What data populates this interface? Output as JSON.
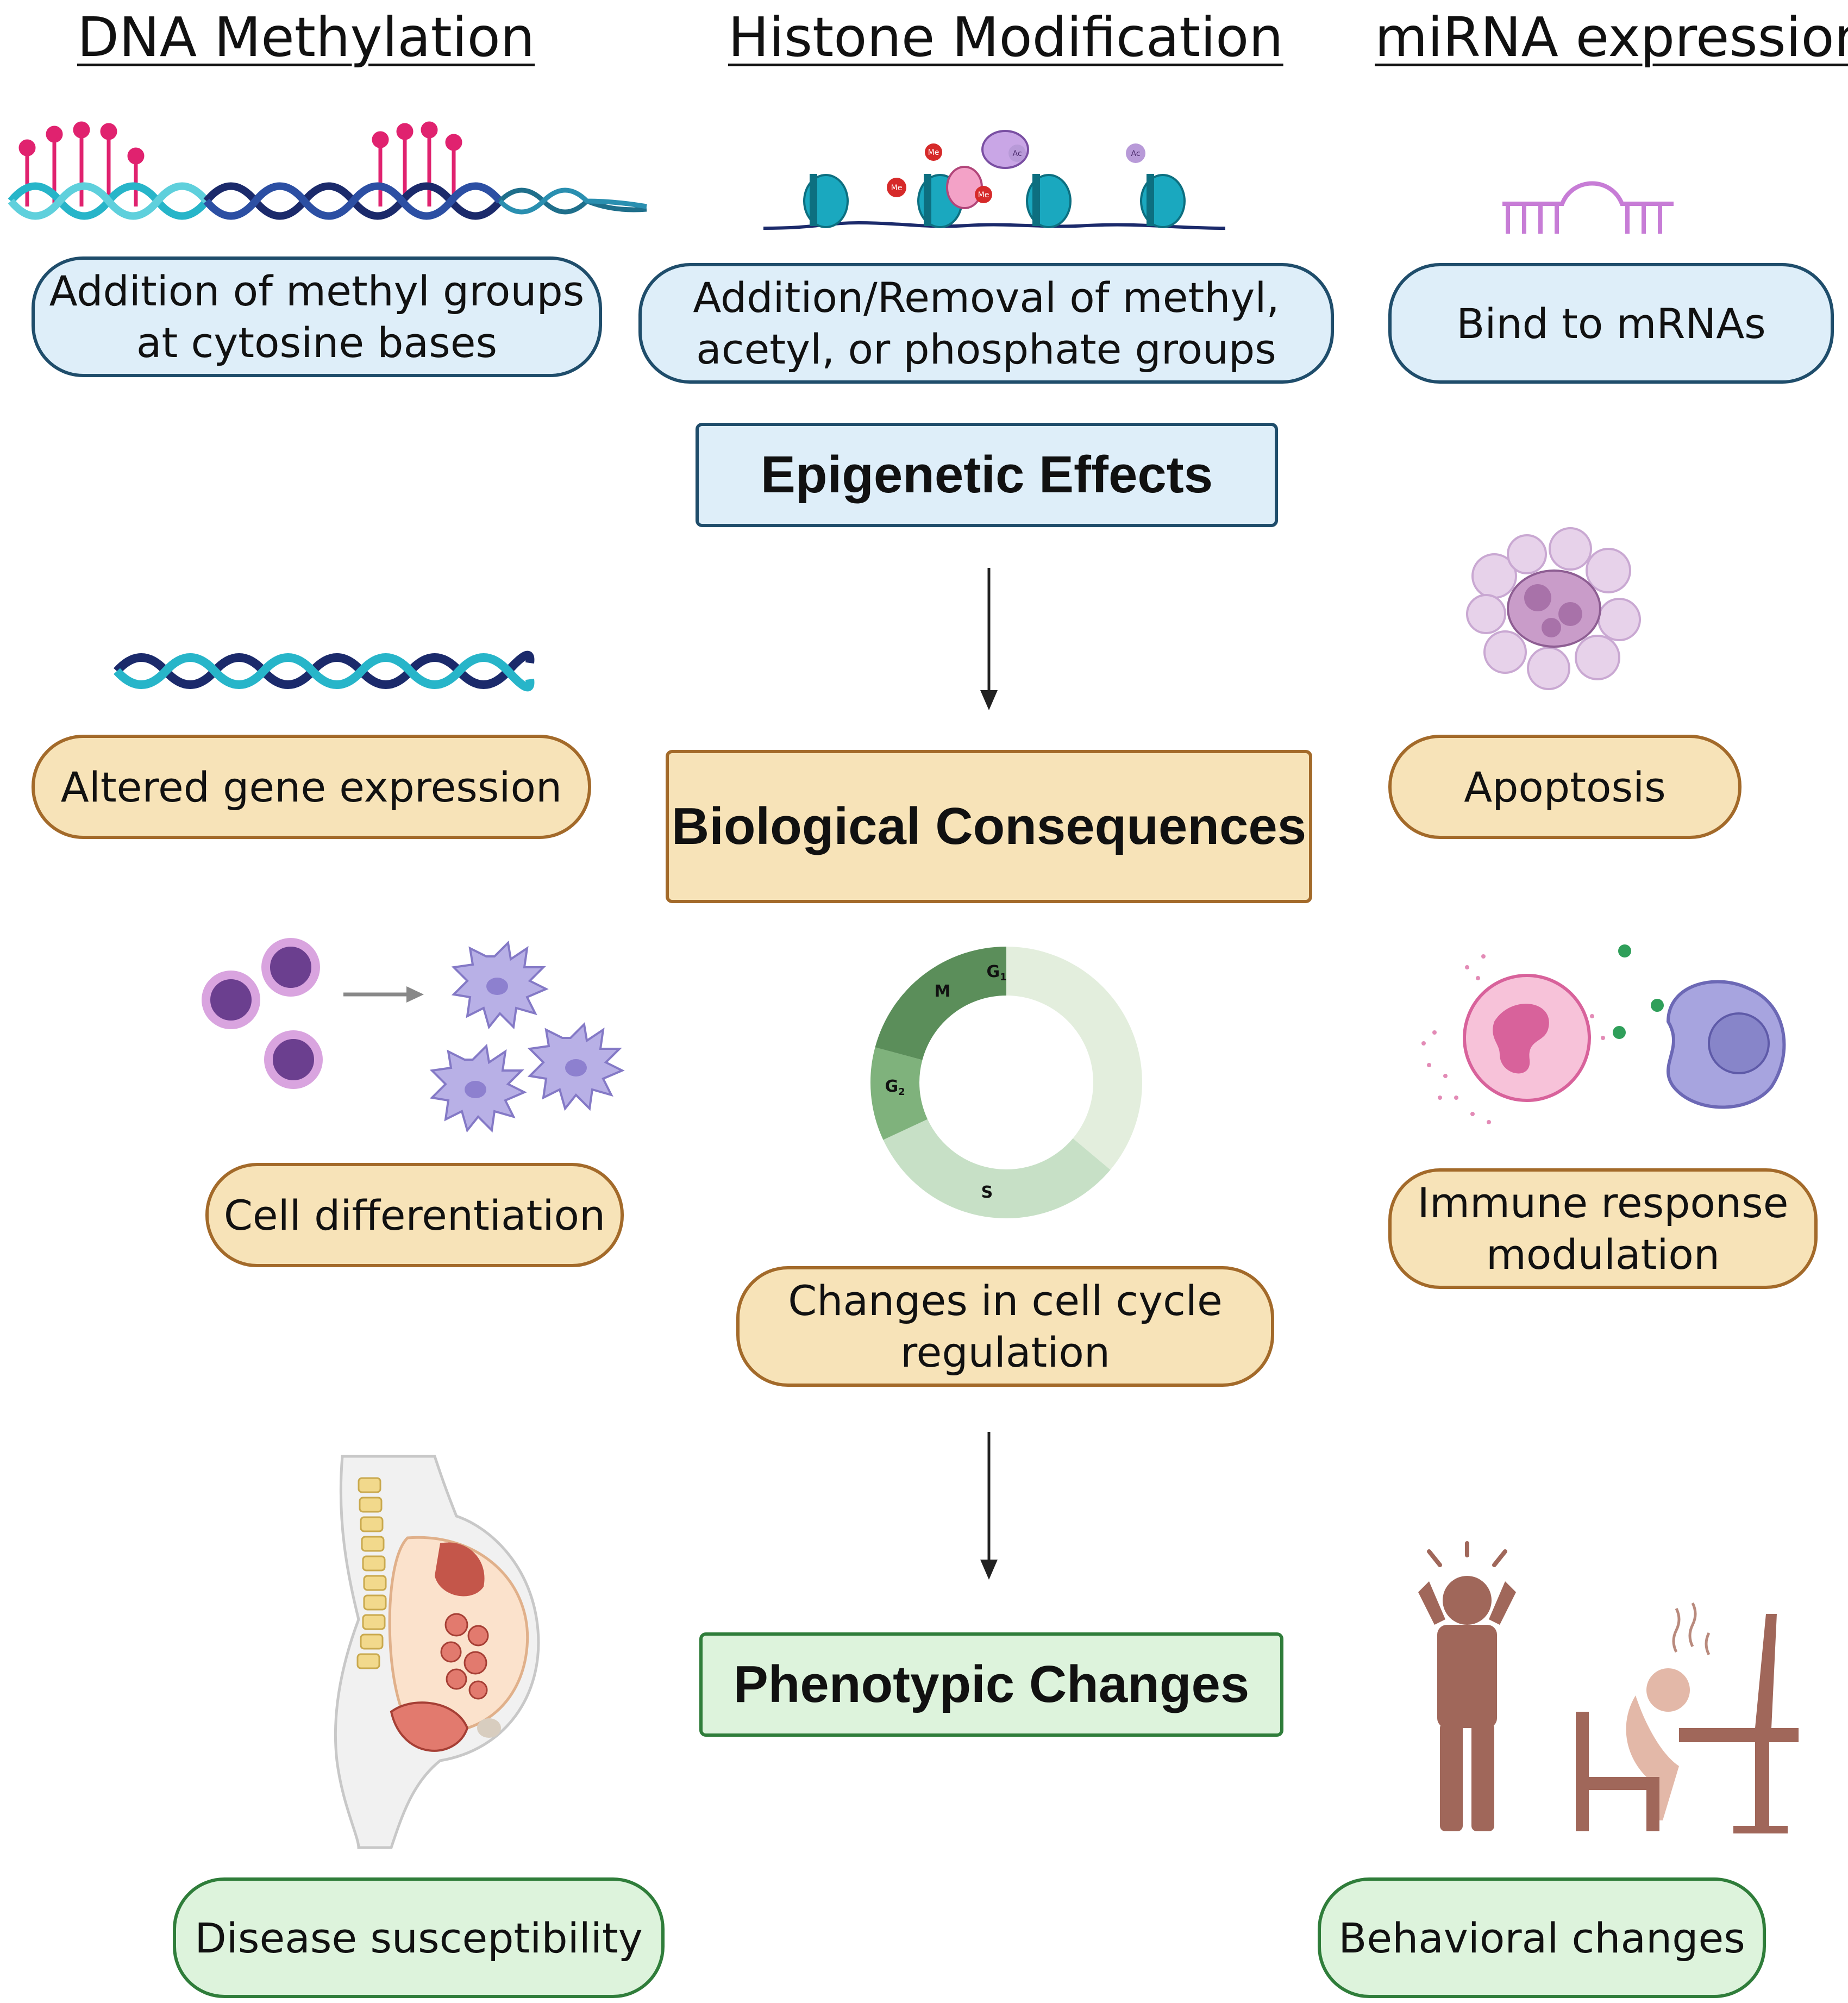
{
  "headers": {
    "dna": "DNA Methylation",
    "histone": "Histone Modification",
    "mirna": "miRNA expression"
  },
  "mechanisms": {
    "dna_desc": "Addition of methyl groups at cytosine bases",
    "histone_desc": "Addition/Removal of methyl, acetyl, or phosphate groups",
    "mirna_desc": "Bind to mRNAs"
  },
  "histone_labels": {
    "me": "Me",
    "ac": "Ac"
  },
  "levels": {
    "epigenetic": "Epigenetic Effects",
    "biological": "Biological Consequences",
    "phenotypic": "Phenotypic Changes"
  },
  "consequences": {
    "gene": "Altered gene expression",
    "apoptosis": "Apoptosis",
    "differentiation": "Cell differentiation",
    "cycle": "Changes in cell cycle regulation",
    "immune": "Immune response modulation"
  },
  "cell_cycle": {
    "phases": [
      {
        "name": "G1",
        "letter": "G",
        "sub": "1",
        "color": "#e3eedd"
      },
      {
        "name": "S",
        "letter": "S",
        "sub": "",
        "color": "#c7e0c6"
      },
      {
        "name": "G2",
        "letter": "G",
        "sub": "2",
        "color": "#7fb27c"
      },
      {
        "name": "M",
        "letter": "M",
        "sub": "",
        "color": "#5b8e5a"
      }
    ]
  },
  "phenotypes": {
    "disease": "Disease susceptibility",
    "behavior": "Behavioral changes"
  },
  "colors": {
    "blue_fill": "#deeef9",
    "blue_border": "#1f4d6b",
    "tan_fill": "#f7e3b8",
    "tan_border": "#a36a2a",
    "green_fill": "#ddf3dc",
    "green_border": "#2f7d3a",
    "dna_teal": "#27b5c9",
    "dna_navy": "#1b2a6b",
    "methyl_pink": "#e0226f",
    "mirna_purple": "#c77cd6",
    "histone_teal": "#1aa8bf"
  }
}
